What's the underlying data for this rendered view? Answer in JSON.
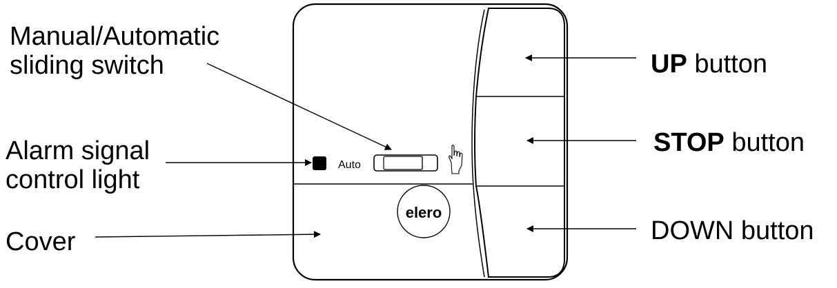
{
  "labels": {
    "manual_line1": "Manual/Automatic",
    "manual_line2": "sliding switch",
    "alarm_line1": "Alarm signal",
    "alarm_line2": "control light",
    "cover": "Cover",
    "up_bold": "UP",
    "up_rest": " button",
    "stop_bold": "STOP",
    "stop_rest": " button",
    "down": "DOWN button"
  },
  "device": {
    "switch_label": "Auto",
    "logo": "elero",
    "manual_icon": "hand-pointer-icon"
  }
}
